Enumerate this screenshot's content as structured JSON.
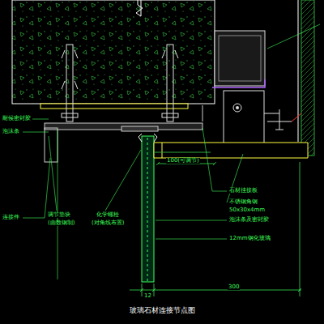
{
  "diagram": {
    "caption": "玻璃石材连接节点图",
    "labels": [
      "耐候密封胶",
      "泡沫条",
      "连接件",
      "调节垫块",
      "(由数钢制)",
      "化学螺栓",
      "(对角线布置)",
      "100(可调节)",
      "石材挂接板",
      "不锈钢角钢",
      "50x30x4mm",
      "泡沫条及密封胶",
      "12mm钢化玻璃",
      "12",
      "300"
    ]
  }
}
